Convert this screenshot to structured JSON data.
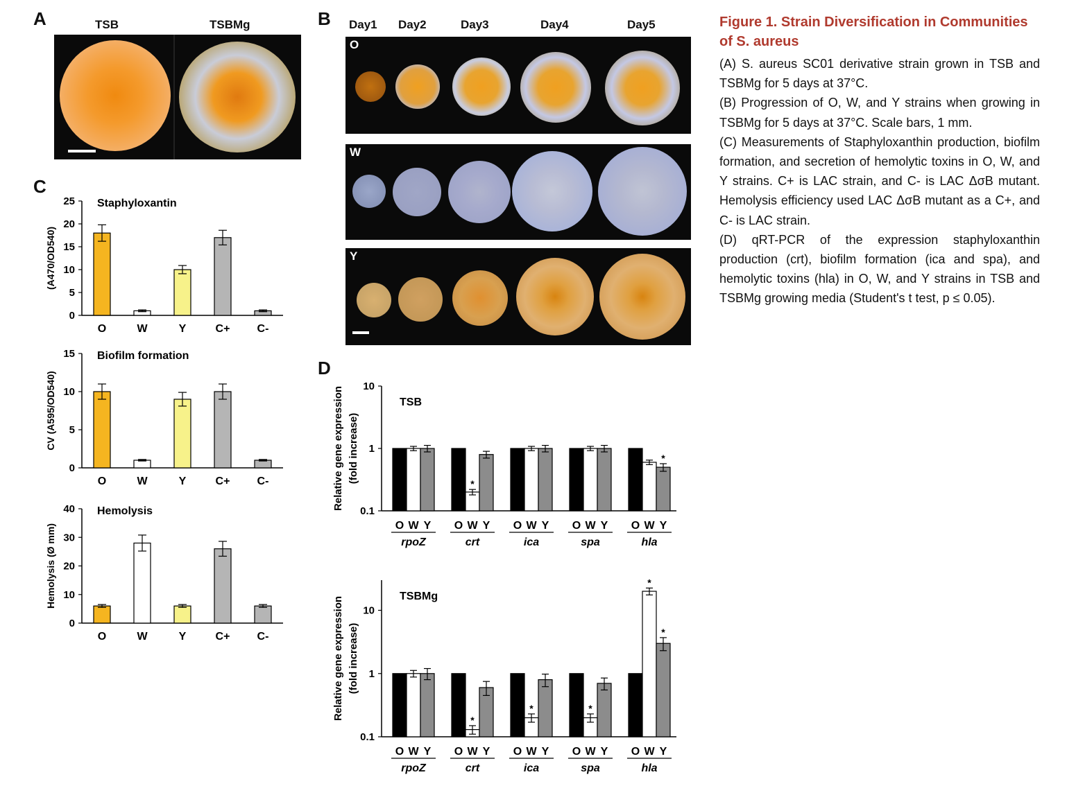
{
  "panels": {
    "A": {
      "letter": "A",
      "media": [
        "TSB",
        "TSBMg"
      ]
    },
    "B": {
      "letter": "B",
      "days": [
        "Day1",
        "Day2",
        "Day3",
        "Day4",
        "Day5"
      ],
      "rows": [
        "O",
        "W",
        "Y"
      ]
    },
    "C": {
      "letter": "C"
    },
    "D": {
      "letter": "D"
    }
  },
  "chart_data": [
    {
      "type": "bar",
      "title": "Staphyloxantin",
      "ylabel": "(A470/OD540)",
      "categories": [
        "O",
        "W",
        "Y",
        "C+",
        "C-"
      ],
      "values": [
        18,
        1,
        10,
        17,
        1
      ],
      "errors": [
        1.8,
        0.2,
        0.9,
        1.6,
        0.2
      ],
      "ylim": [
        0,
        25
      ],
      "yticks": [
        0,
        5,
        10,
        15,
        20,
        25
      ],
      "colors": [
        "#f5b520",
        "#ffffff",
        "#f7f28a",
        "#b5b5b5",
        "#b5b5b5"
      ]
    },
    {
      "type": "bar",
      "title": "Biofilm formation",
      "ylabel": "CV (A595/OD540)",
      "categories": [
        "O",
        "W",
        "Y",
        "C+",
        "C-"
      ],
      "values": [
        10,
        1,
        9,
        10,
        1
      ],
      "errors": [
        1.0,
        0.1,
        0.9,
        1.0,
        0.1
      ],
      "ylim": [
        0,
        15
      ],
      "yticks": [
        0,
        5,
        10,
        15
      ],
      "colors": [
        "#f5b520",
        "#ffffff",
        "#f7f28a",
        "#b5b5b5",
        "#b5b5b5"
      ]
    },
    {
      "type": "bar",
      "title": "Hemolysis",
      "ylabel": "Hemolysis (Ø mm)",
      "categories": [
        "O",
        "W",
        "Y",
        "C+",
        "C-"
      ],
      "values": [
        6,
        28,
        6,
        26,
        6
      ],
      "errors": [
        0.5,
        2.8,
        0.5,
        2.6,
        0.5
      ],
      "ylim": [
        0,
        40
      ],
      "yticks": [
        0,
        10,
        20,
        30,
        40
      ],
      "colors": [
        "#f5b520",
        "#ffffff",
        "#f7f28a",
        "#b5b5b5",
        "#b5b5b5"
      ]
    },
    {
      "type": "bar",
      "title": "TSB",
      "ylabel": "Relative gene expression",
      "ylabel2": "(fold increase)",
      "yscale": "log",
      "ylim": [
        0.1,
        10
      ],
      "yticks": [
        0.1,
        1,
        10
      ],
      "yticklabels": [
        "0.1",
        "1",
        "10"
      ],
      "genes": [
        "rpoZ",
        "crt",
        "ica",
        "spa",
        "hla"
      ],
      "strains": [
        "O",
        "W",
        "Y"
      ],
      "series": [
        {
          "name": "O",
          "values": [
            1,
            1,
            1,
            1,
            1
          ],
          "errors": [
            0,
            0,
            0,
            0,
            0
          ]
        },
        {
          "name": "W",
          "values": [
            1,
            0.2,
            1,
            1,
            0.6
          ],
          "errors": [
            0.08,
            0.02,
            0.08,
            0.08,
            0.05
          ]
        },
        {
          "name": "Y",
          "values": [
            1,
            0.8,
            1,
            1,
            0.5
          ],
          "errors": [
            0.12,
            0.1,
            0.12,
            0.12,
            0.07
          ]
        }
      ],
      "significant": [
        [
          1,
          1
        ],
        [
          4,
          2
        ]
      ],
      "colors": [
        "#000000",
        "#ffffff",
        "#8c8c8c"
      ]
    },
    {
      "type": "bar",
      "title": "TSBMg",
      "ylabel": "Relative gene expression",
      "ylabel2": "(fold increase)",
      "yscale": "log",
      "ylim": [
        0.1,
        30
      ],
      "yticks": [
        0.1,
        1,
        10
      ],
      "yticklabels": [
        "0.1",
        "1",
        "10"
      ],
      "genes": [
        "rpoZ",
        "crt",
        "ica",
        "spa",
        "hla"
      ],
      "strains": [
        "O",
        "W",
        "Y"
      ],
      "series": [
        {
          "name": "O",
          "values": [
            1,
            1,
            1,
            1,
            1
          ],
          "errors": [
            0,
            0,
            0,
            0,
            0
          ]
        },
        {
          "name": "W",
          "values": [
            1,
            0.13,
            0.2,
            0.2,
            20
          ],
          "errors": [
            0.12,
            0.02,
            0.03,
            0.03,
            2.5
          ]
        },
        {
          "name": "Y",
          "values": [
            1,
            0.6,
            0.8,
            0.7,
            3
          ],
          "errors": [
            0.2,
            0.15,
            0.18,
            0.15,
            0.7
          ]
        }
      ],
      "significant": [
        [
          1,
          1
        ],
        [
          2,
          1
        ],
        [
          3,
          1
        ],
        [
          4,
          1
        ],
        [
          4,
          2
        ]
      ],
      "colors": [
        "#000000",
        "#ffffff",
        "#8c8c8c"
      ]
    }
  ],
  "caption": {
    "title": "Figure 1. Strain Diversification in Communities of S. aureus",
    "paragraphs": [
      "(A) S. aureus SC01 derivative strain grown in TSB and TSBMg for 5 days at 37°C.",
      "(B) Progression of O, W, and Y strains when growing in TSBMg for 5 days at 37°C. Scale bars, 1 mm.",
      "(C) Measurements of Staphyloxanthin production, biofilm formation, and secretion of hemolytic toxins in O, W, and Y strains. C+ is LAC strain, and C- is LAC ΔσB mutant. Hemolysis efficiency used LAC ΔσB mutant as a C+, and C- is LAC strain.",
      "(D) qRT-PCR of the expression staphyloxanthin production (crt), biofilm formation (ica and spa), and hemolytic toxins (hla) in O, W, and Y strains in TSB and TSBMg growing media (Student's t test, p ≤ 0.05)."
    ]
  }
}
